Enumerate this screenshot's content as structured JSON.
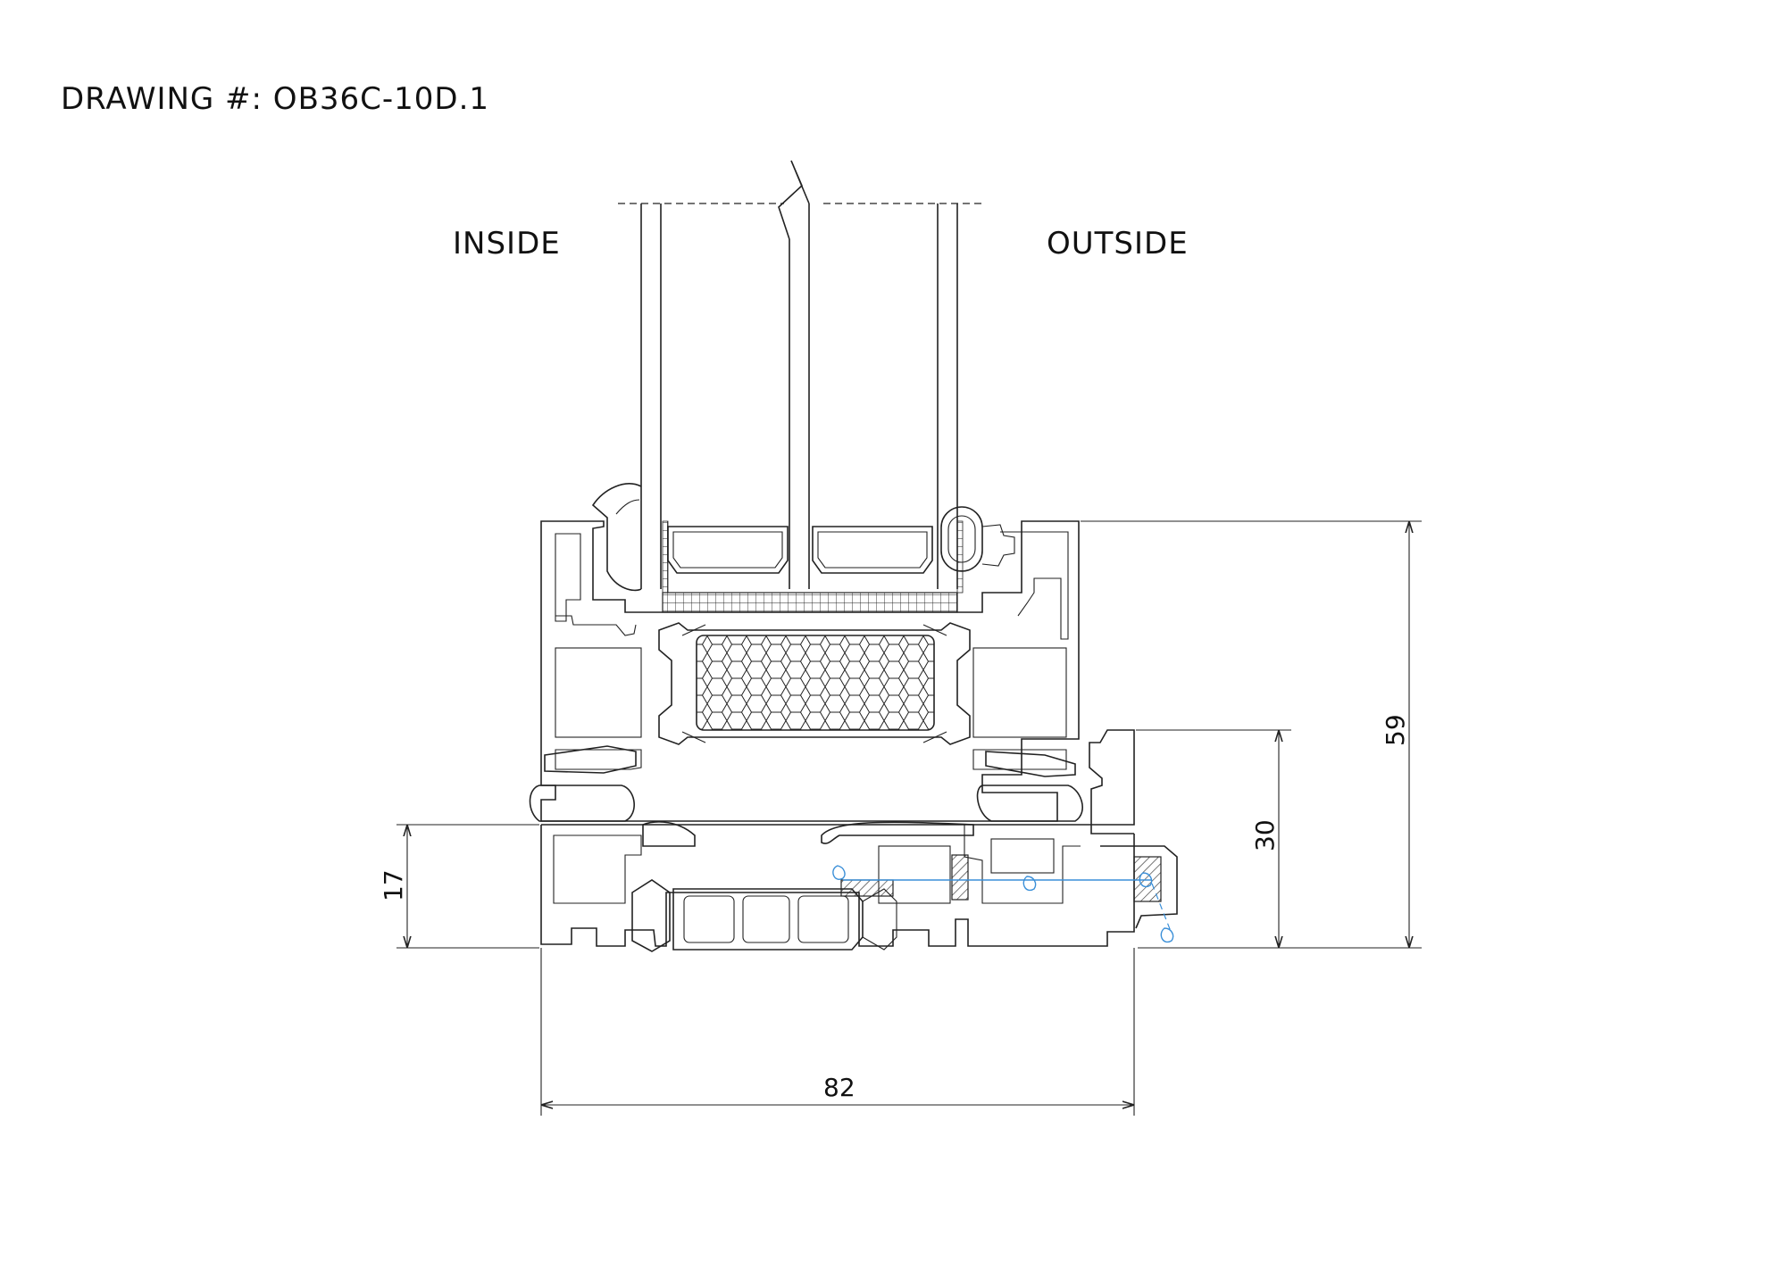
{
  "drawing_number": "DRAWING #: OB36C-10D.1",
  "side_labels": {
    "inside": "INSIDE",
    "outside": "OUTSIDE"
  },
  "dimensions": {
    "overall_width": "82",
    "overall_height": "59",
    "outer_frame_height": "30",
    "bottom_frame_height": "17"
  },
  "colors": {
    "line": "#222222",
    "drainage": "#3a8fd8",
    "background": "#ffffff"
  }
}
